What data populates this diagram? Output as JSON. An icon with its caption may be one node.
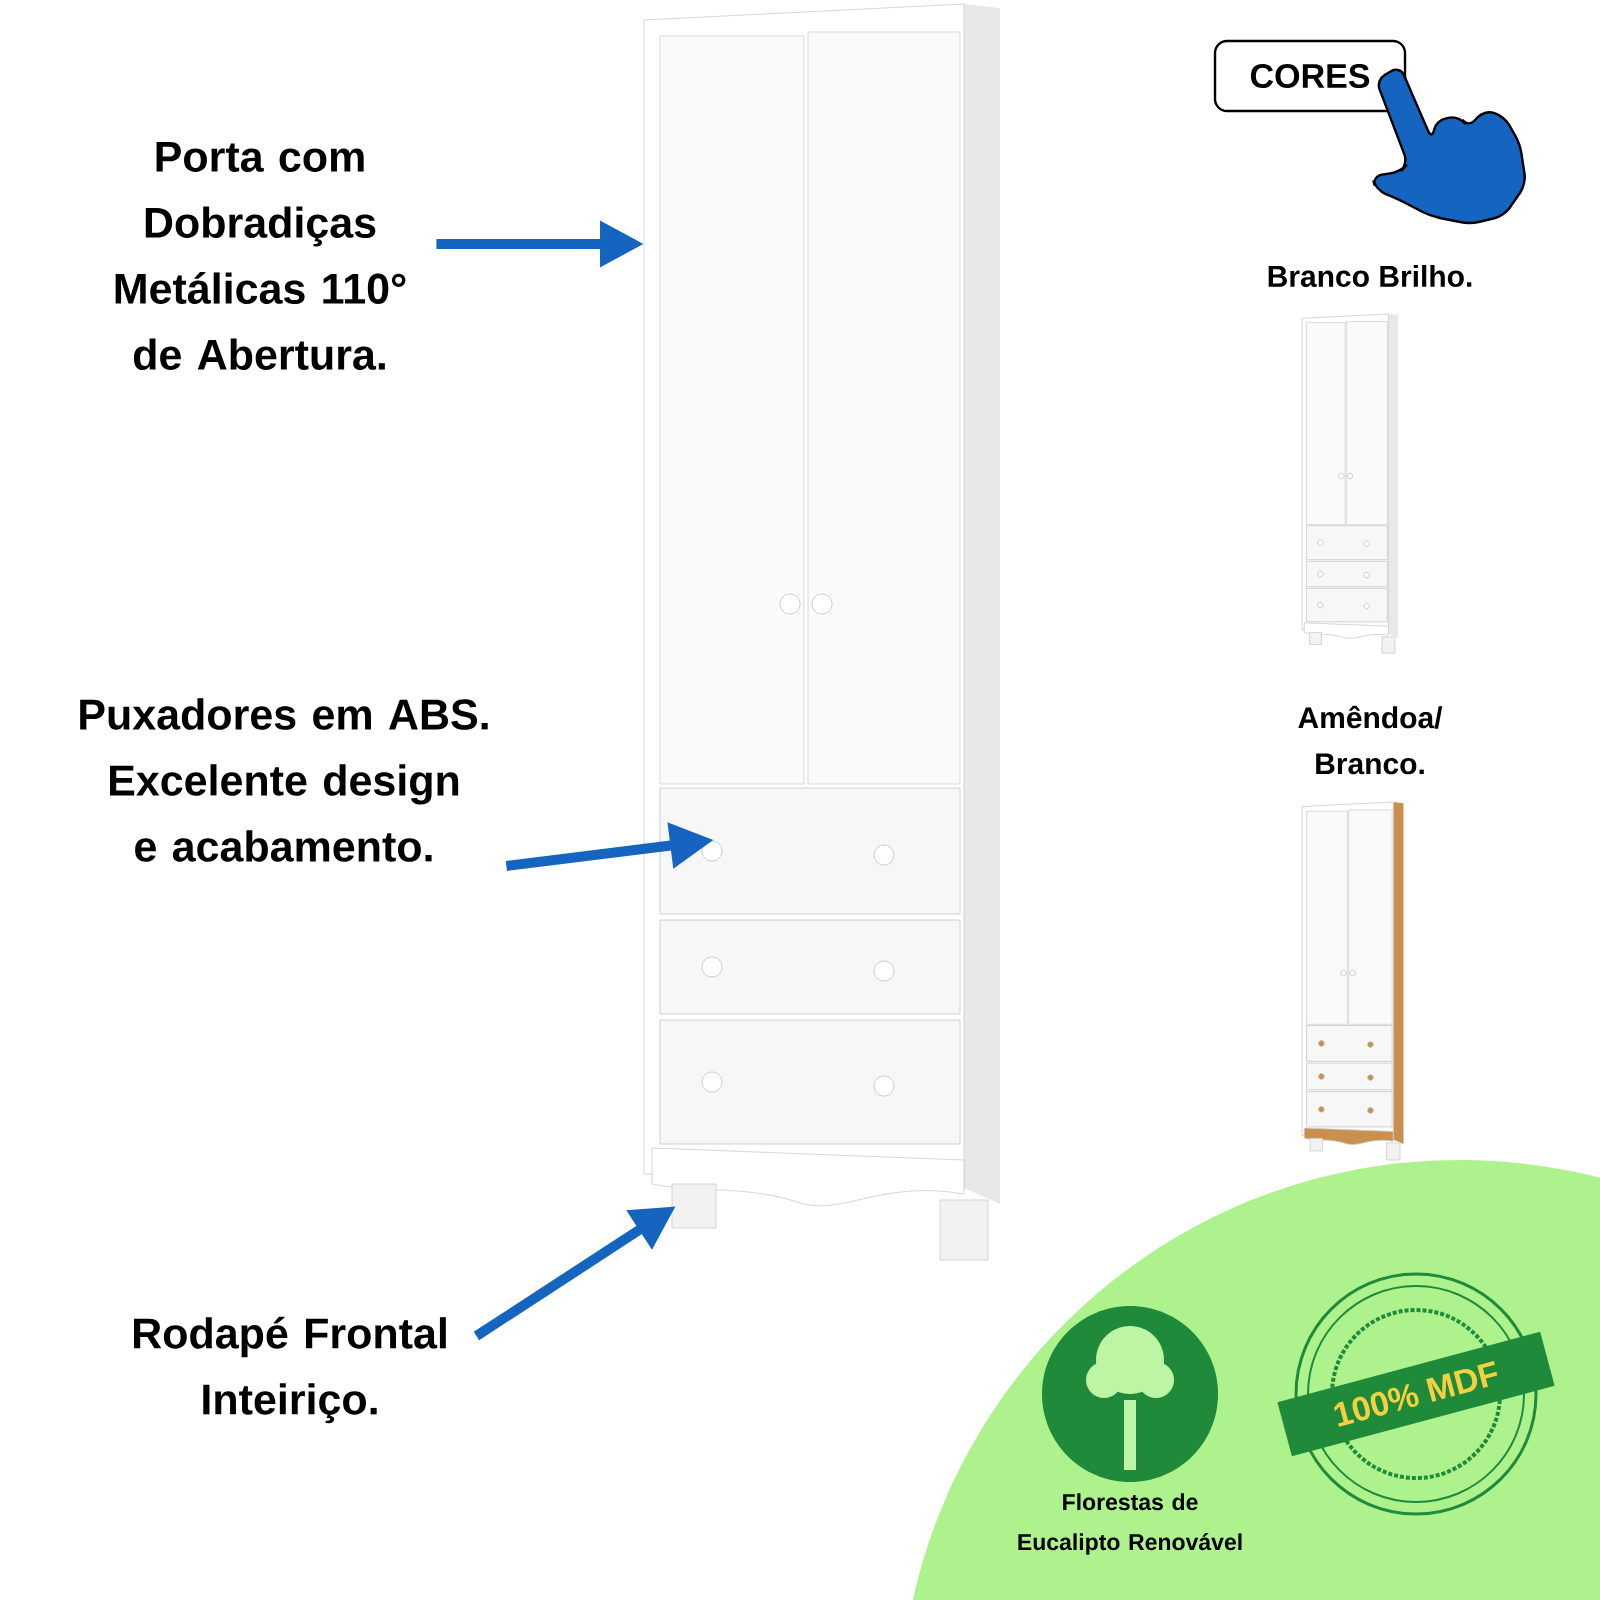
{
  "diagram": {
    "nodes": [
      {
        "text": [
          "Porta com Dobradiças Metálicas 110° de Abertura."
        ]
      },
      {
        "text": [
          "Puxadores em ABS. Excelente design e acabamento."
        ]
      },
      {
        "text": [
          "Rodapé Frontal Inteiriço."
        ]
      },
      {
        "text": [
          "CORES"
        ]
      }
    ],
    "edges": [
      {
        "from": 0,
        "to": null,
        "arrow": "to"
      },
      {
        "from": 1,
        "to": null,
        "arrow": "to"
      },
      {
        "from": 2,
        "to": null,
        "arrow": "to"
      }
    ],
    "labels": [
      "Branco Brilho.",
      "Amêndoa/ Branco.",
      "Florestas de Eucalipto Renovável",
      "100% MDF"
    ]
  }
}
